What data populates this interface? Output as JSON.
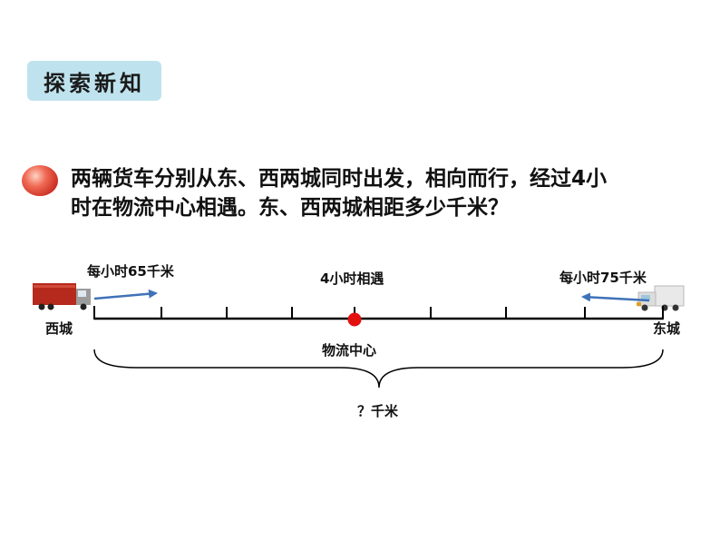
{
  "header": {
    "title": "探索新知"
  },
  "problem": {
    "lines": [
      "两辆货车分别从东、西两城同时出发，相向而行，经过4小",
      "时在物流中心相遇。东、西两城相距多少千米？"
    ]
  },
  "diagram": {
    "west_city": "西城",
    "east_city": "东城",
    "west_speed": "每小时65千米",
    "east_speed": "每小时75千米",
    "meet_label": "4小时相遇",
    "center_label": "物流中心",
    "total_label": "？千米",
    "colors": {
      "arrow": "#3f72b8",
      "meet_dot": "#e31010",
      "line": "#000000"
    },
    "icons": {
      "west_vehicle": "red-truck-icon",
      "east_vehicle": "white-truck-icon"
    }
  }
}
